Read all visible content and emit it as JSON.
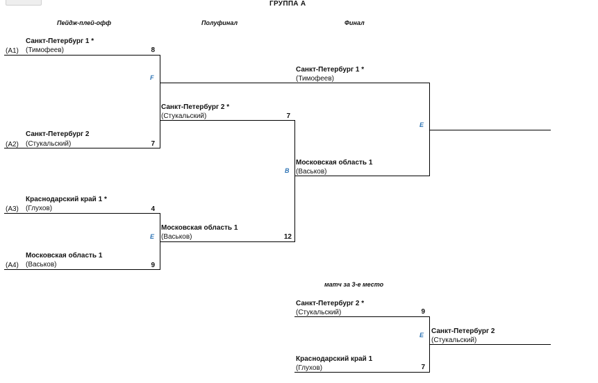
{
  "title": "ГРУППА А",
  "headers": {
    "playoff": "Пейдж-плей-офф",
    "semifinal": "Полуфинал",
    "final": "Финал",
    "third_place": "матч за 3-е место"
  },
  "playoff_matches": [
    {
      "court": "F",
      "top": {
        "seed": "(A1)",
        "team": "Санкт-Петербург 1 *",
        "player": "(Тимофеев)",
        "score": "8"
      },
      "bottom": {
        "seed": "(A2)",
        "team": "Санкт-Петербург 2",
        "player": "(Стукальский)",
        "score": "7"
      }
    },
    {
      "court": "E",
      "top": {
        "seed": "(A3)",
        "team": "Краснодарский край 1 *",
        "player": "(Глухов)",
        "score": "4"
      },
      "bottom": {
        "seed": "(A4)",
        "team": "Московская область 1",
        "player": "(Васьков)",
        "score": "9"
      }
    }
  ],
  "semifinal": {
    "court": "B",
    "top": {
      "team": "Санкт-Петербург 2 *",
      "player": "(Стукальский)",
      "score": "7"
    },
    "bottom": {
      "team": "Московская область 1",
      "player": "(Васьков)",
      "score": "12"
    }
  },
  "final": {
    "court": "E",
    "top": {
      "team": "Санкт-Петербург 1 *",
      "player": "(Тимофеев)"
    },
    "bottom": {
      "team": "Московская область 1",
      "player": "(Васьков)"
    }
  },
  "third_place": {
    "court": "E",
    "top": {
      "team": "Санкт-Петербург 2 *",
      "player": "(Стукальский)",
      "score": "9"
    },
    "bottom": {
      "team": "Краснодарский край 1",
      "player": "(Глухов)",
      "score": "7"
    },
    "winner": {
      "team": "Санкт-Петербург 2",
      "player": "(Стукальский)"
    }
  }
}
